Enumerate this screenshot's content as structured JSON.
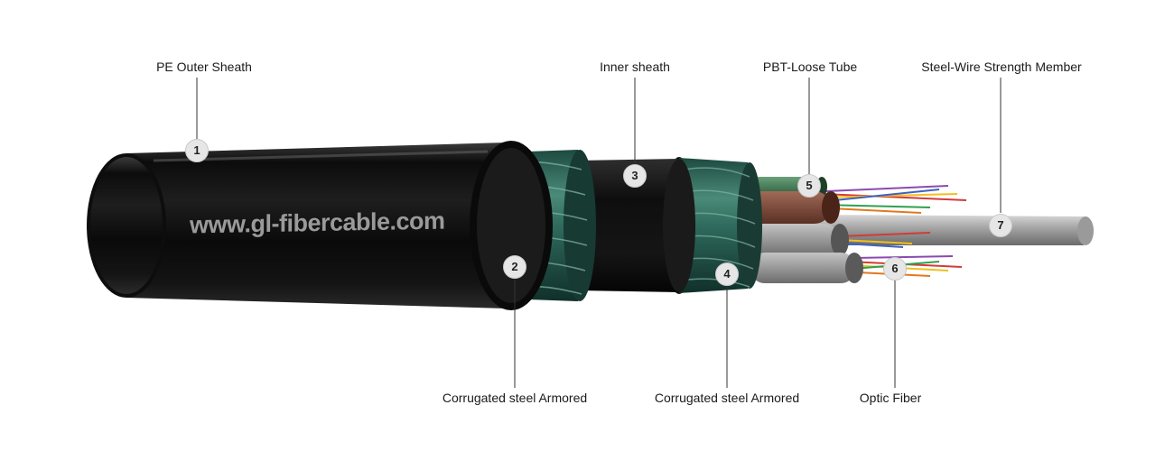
{
  "watermark": "www.gl-fibercable.com",
  "labels": {
    "pe_outer_sheath": "PE Outer Sheath",
    "inner_sheath": "Inner sheath",
    "pbt_loose_tube": "PBT-Loose Tube",
    "steel_wire_strength_member": "Steel-Wire Strength Member",
    "corrugated_steel_armored_1": "Corrugated steel Armored",
    "corrugated_steel_armored_2": "Corrugated steel Armored",
    "optic_fiber": "Optic Fiber"
  },
  "markers": [
    "1",
    "2",
    "3",
    "4",
    "5",
    "6",
    "7"
  ],
  "colors": {
    "outer_sheath": "#111111",
    "armor": "#2f6b5e",
    "inner_sheath": "#151515",
    "loose_tube_green": "#3d7a50",
    "loose_tube_brown": "#7a4a3a",
    "loose_tube_gray": "#8a8a8a",
    "strength_member": "#a0a0a0"
  }
}
